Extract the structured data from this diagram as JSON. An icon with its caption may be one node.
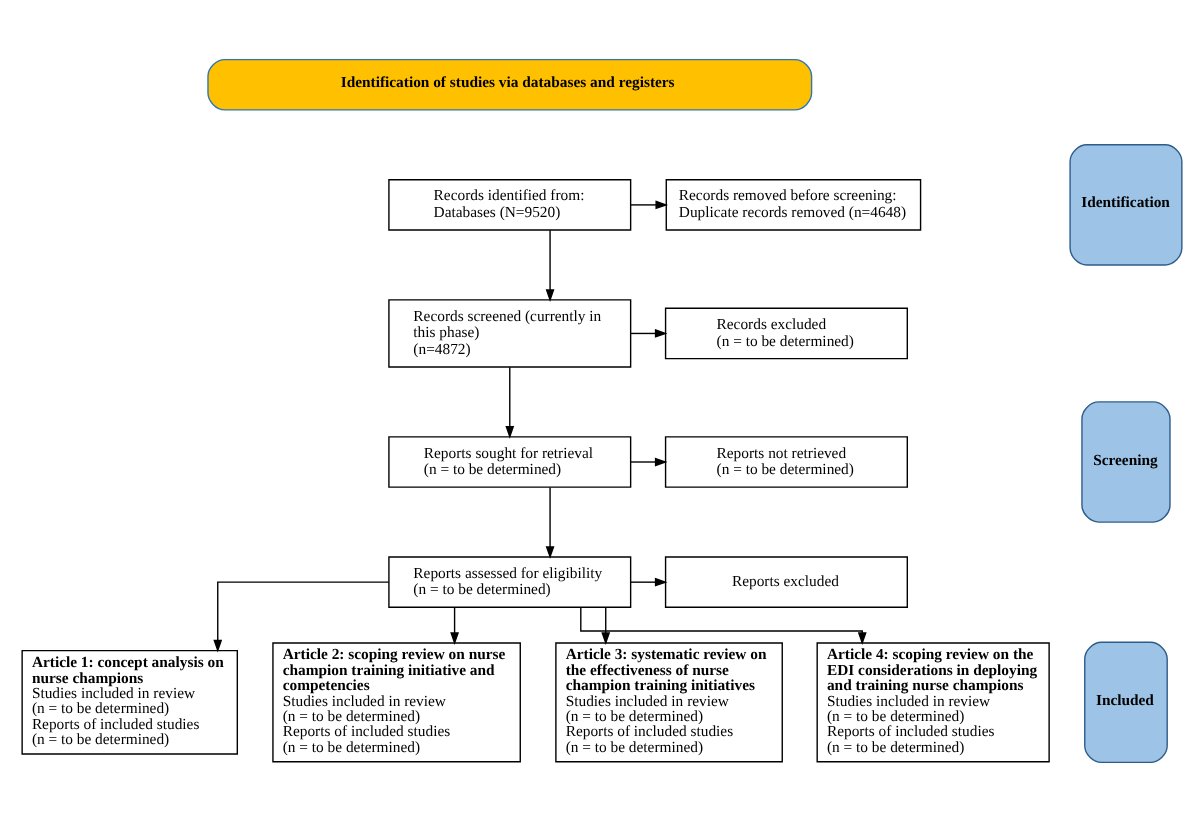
{
  "diagram": {
    "nodes": [
      {
        "text": [
          "Identification of studies via databases and registers"
        ]
      },
      {
        "text": [
          "Identification"
        ]
      },
      {
        "text": [
          "Screening"
        ]
      },
      {
        "text": [
          "Included"
        ]
      },
      {
        "text": [
          "Records identified from:",
          "Databases (N=9520)"
        ]
      },
      {
        "text": [
          "Records removed before screening:",
          "Duplicate records removed (n=4648)"
        ]
      },
      {
        "text": [
          "Records screened (currently in this phase)",
          "(n=4872)"
        ]
      },
      {
        "text": [
          "Records excluded",
          "(n = to be determined)"
        ]
      },
      {
        "text": [
          "Reports sought for retrieval",
          "(n = to be determined)"
        ]
      },
      {
        "text": [
          "Reports not retrieved",
          "(n = to be determined)"
        ]
      },
      {
        "text": [
          "Reports assessed for eligibility",
          "(n = to be determined)"
        ]
      },
      {
        "text": [
          "Reports excluded"
        ]
      },
      {
        "text": [
          "Article 1: concept analysis on nurse champions",
          "Studies included in review",
          "(n = to be determined)",
          "Reports of included studies",
          "(n = to be determined)"
        ]
      },
      {
        "text": [
          "Article 2: scoping review on nurse champion training initiative and competencies",
          "Studies included in review",
          "(n = to be determined)",
          "Reports of included studies",
          "(n = to be determined)"
        ]
      },
      {
        "text": [
          "Article 3: systematic review on the effectiveness of nurse champion training initiatives",
          "Studies included in review",
          "(n = to be determined)",
          "Reports of included studies",
          "(n = to be determined)"
        ]
      },
      {
        "text": [
          "Article 4: scoping review on the EDI considerations in deploying and training nurse champions",
          "Studies included in review",
          "(n = to be determined)",
          "Reports of included studies",
          "(n = to be determined)"
        ]
      }
    ],
    "edges": [
      {
        "from": 4,
        "to": 5,
        "arrow": "to"
      },
      {
        "from": 4,
        "to": 6,
        "arrow": "to"
      },
      {
        "from": 6,
        "to": 7,
        "arrow": "to"
      },
      {
        "from": 6,
        "to": 8,
        "arrow": "to"
      },
      {
        "from": 8,
        "to": 9,
        "arrow": "to"
      },
      {
        "from": 8,
        "to": 10,
        "arrow": "to"
      },
      {
        "from": 10,
        "to": 11,
        "arrow": "to"
      },
      {
        "from": 10,
        "to": 12,
        "arrow": "to"
      },
      {
        "from": 10,
        "to": 13,
        "arrow": "to"
      },
      {
        "from": 10,
        "to": 14,
        "arrow": "to"
      },
      {
        "from": 10,
        "to": 15,
        "arrow": "to"
      }
    ]
  }
}
